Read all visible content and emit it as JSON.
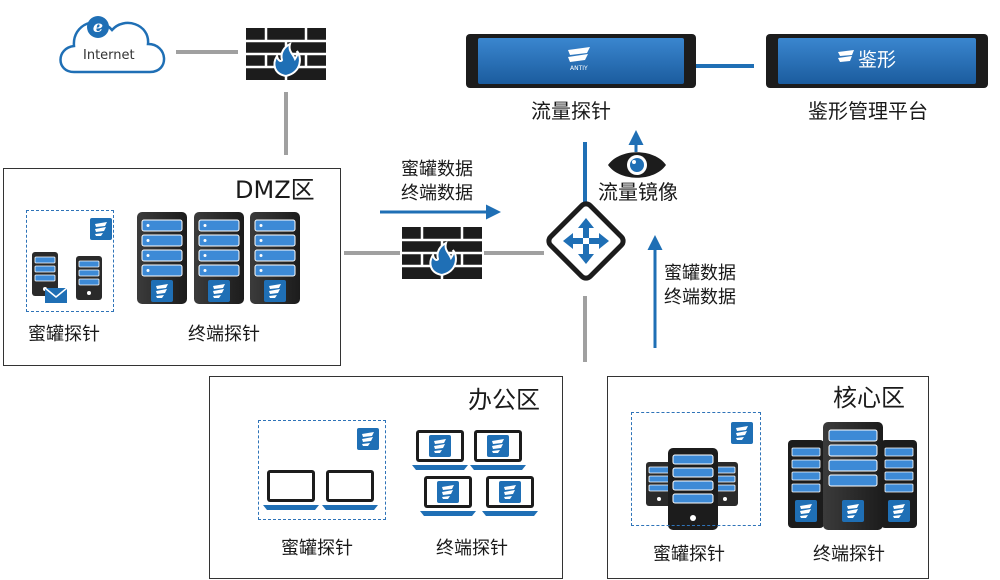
{
  "internet": {
    "label": "Internet"
  },
  "traffic_probe": {
    "label": "流量探针",
    "device_text": "ANTIY"
  },
  "platform": {
    "label": "鉴形管理平台",
    "device_text": "鉴形"
  },
  "mirror": {
    "label": "流量镜像"
  },
  "flow_to_switch": {
    "line1": "蜜罐数据",
    "line2": "终端数据"
  },
  "flow_from_core": {
    "line1": "蜜罐数据",
    "line2": "终端数据"
  },
  "dmz": {
    "title": "DMZ区",
    "honeypot_label": "蜜罐探针",
    "terminal_label": "终端探针"
  },
  "office": {
    "title": "办公区",
    "honeypot_label": "蜜罐探针",
    "terminal_label": "终端探针"
  },
  "core": {
    "title": "核心区",
    "honeypot_label": "蜜罐探针",
    "terminal_label": "终端探针"
  },
  "colors": {
    "accent": "#1f6fb5",
    "device_dark": "#1f1f1f",
    "line_gray": "#a0a0a0"
  }
}
